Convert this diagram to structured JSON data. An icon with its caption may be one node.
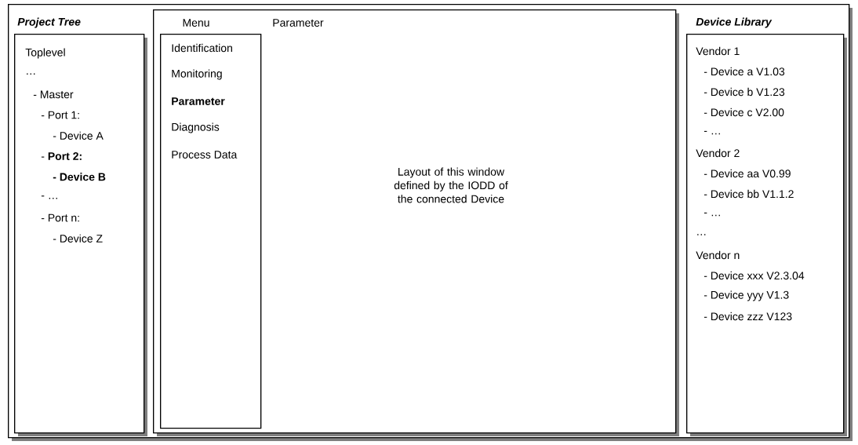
{
  "diagram": {
    "nodes": [
      {
        "text": [],
        "shape": "box"
      },
      {
        "text": [
          "Project Tree",
          "Toplevel",
          "…",
          "- Master",
          "- Port 1:",
          "- Device A",
          "- **Port 2:**",
          "**- Device B**",
          "- …",
          "- Port n:",
          "- Device Z"
        ],
        "in": 0
      },
      {
        "text": [
          "Parameter",
          "Layout of this window defined by the IODD of the connected Device"
        ],
        "in": 0
      },
      {
        "text": [
          "Menu",
          "Identification",
          "Monitoring",
          "**Parameter**",
          "Diagnosis",
          "Process Data"
        ],
        "in": 2
      },
      {
        "text": [
          "Device Library",
          "Vendor 1",
          "- Device a V1.03",
          "- Device b V1.23",
          "- Device c V2.00",
          "- …",
          "Vendor 2",
          "- Device aa V0.99",
          "- Device bb V1.1.2",
          "- …",
          "…",
          "Vendor n",
          "- Device xxx V2.3.04",
          "- Device yyy V1.3",
          "- Device zzz V123"
        ],
        "in": 0
      }
    ],
    "edges": []
  }
}
